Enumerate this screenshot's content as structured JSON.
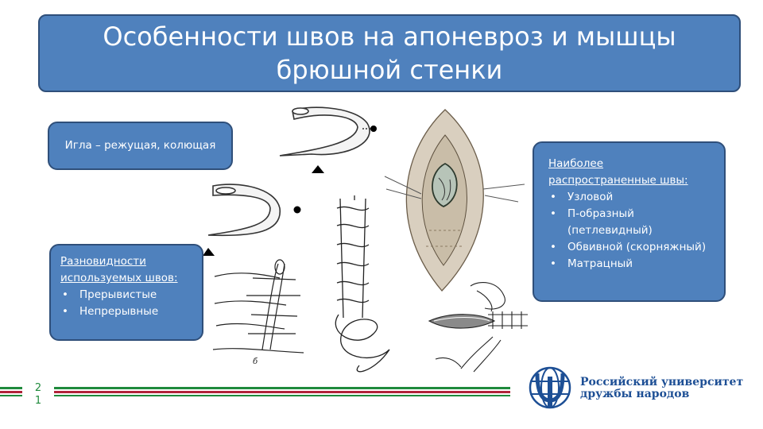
{
  "slide": {
    "title": "Особенности швов на апоневроз и мышцы брюшной стенки",
    "needle_note": "Игла – режущая, колющая",
    "suture_types": {
      "heading": "Разновидности используемых швов:",
      "items": [
        "Прерывистые",
        "Непрерывные"
      ]
    },
    "common_sutures": {
      "heading": "Наиболее распространенные швы:",
      "items": [
        "Узловой",
        "П-образный (петлевидный)",
        "Обвивной (скорняжный)",
        "Матрацный"
      ]
    },
    "page_number": "2 1"
  },
  "logo": {
    "line1": "Российский университет",
    "line2": "дружбы народов"
  },
  "colors": {
    "box_fill": "#4f81bd",
    "box_border": "#2f4f7a",
    "stripe_green": "#1f8a3c",
    "stripe_red": "#b0243a",
    "logo_blue": "#1d4f95"
  },
  "icons": [
    "cutting-needle-illustration",
    "round-needle-illustration",
    "interrupted-suture-illustration",
    "continuous-suture-illustration",
    "abdominal-wound-illustration",
    "mattress-suture-illustration",
    "university-globe-logo"
  ]
}
